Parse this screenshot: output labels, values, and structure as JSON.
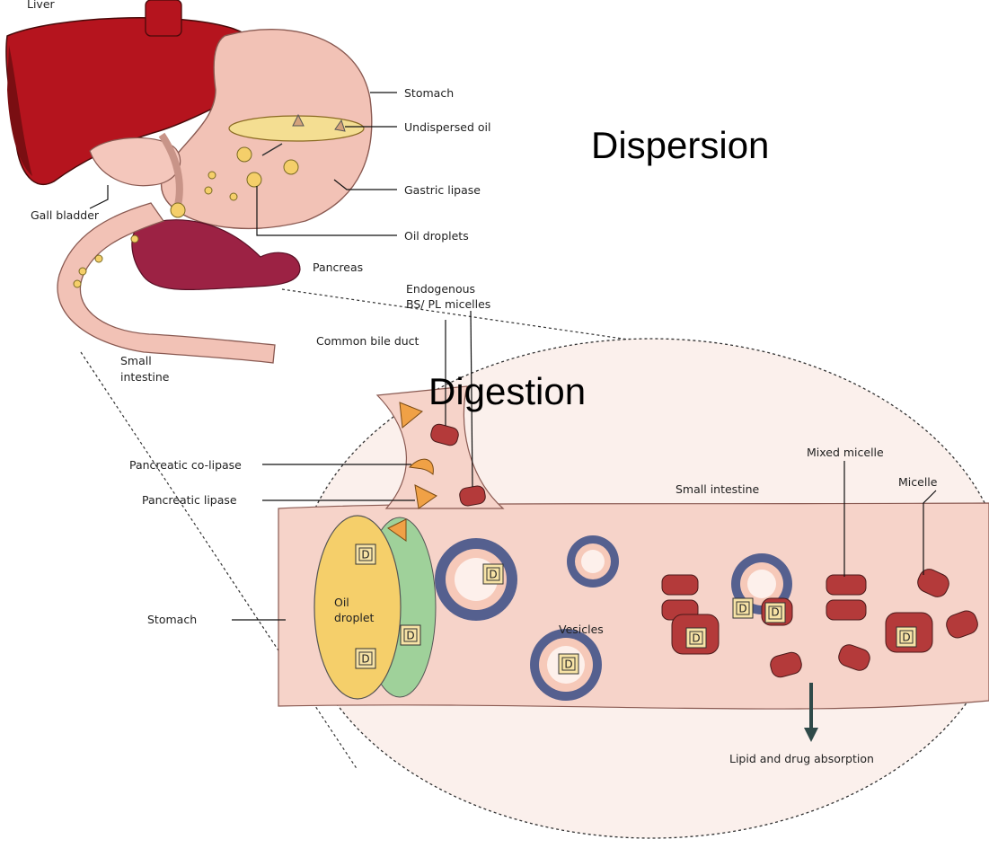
{
  "headings": {
    "dispersion": "Dispersion",
    "digestion": "Digestion"
  },
  "labels": {
    "liver": "Liver",
    "stomach_top": "Stomach",
    "undispersed_oil": "Undispersed oil",
    "gastric_lipase": "Gastric lipase",
    "oil_droplets": "Oil droplets",
    "gall_bladder": "Gall bladder",
    "pancreas": "Pancreas",
    "endogenous_line1": "Endogenous",
    "endogenous_line2": "BS/ PL micelles",
    "common_bile_duct": "Common bile duct",
    "small_intestine_line1": "Small",
    "small_intestine_line2": "intestine",
    "pancreatic_colipase": "Pancreatic co-lipase",
    "pancreatic_lipase": "Pancreatic lipase",
    "stomach_bottom": "Stomach",
    "oil_droplet_line1": "Oil",
    "oil_droplet_line2": "droplet",
    "vesicles": "Vesicles",
    "small_intestine_inset": "Small intestine",
    "mixed_micelle": "Mixed micelle",
    "micelle": "Micelle",
    "absorption": "Lipid and drug absorption"
  },
  "drug_marker": "D",
  "colors": {
    "liver": "#b5141e",
    "stomach": "#f2c2b6",
    "pancreas": "#9c2244",
    "intestine_band": "#f6d3c9",
    "oil": "#f5cf6a",
    "lipase": "#f0a146",
    "vesicle": "#55608f"
  }
}
